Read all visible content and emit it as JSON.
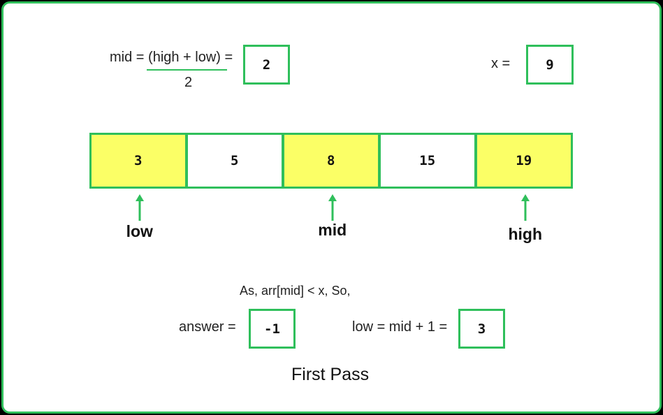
{
  "formula": {
    "lhs": "mid = ",
    "numerator": "(high + low)",
    "eq": " =",
    "denominator": "2",
    "result": "2"
  },
  "target": {
    "label": "x =",
    "value": "9"
  },
  "array": {
    "cells": [
      {
        "value": "3",
        "highlight": true
      },
      {
        "value": "5",
        "highlight": false
      },
      {
        "value": "8",
        "highlight": true
      },
      {
        "value": "15",
        "highlight": false
      },
      {
        "value": "19",
        "highlight": true
      }
    ]
  },
  "pointers": [
    {
      "label": "low",
      "index": 0
    },
    {
      "label": "mid",
      "index": 2
    },
    {
      "label": "high",
      "index": 4
    }
  ],
  "condition": "As, arr[mid] < x, So,",
  "answer": {
    "label": "answer =",
    "value": "-1"
  },
  "update": {
    "label": "low = mid + 1 =",
    "value": "3"
  },
  "caption": "First Pass",
  "colors": {
    "accent": "#2fbf5b",
    "highlight": "#fbff66"
  }
}
